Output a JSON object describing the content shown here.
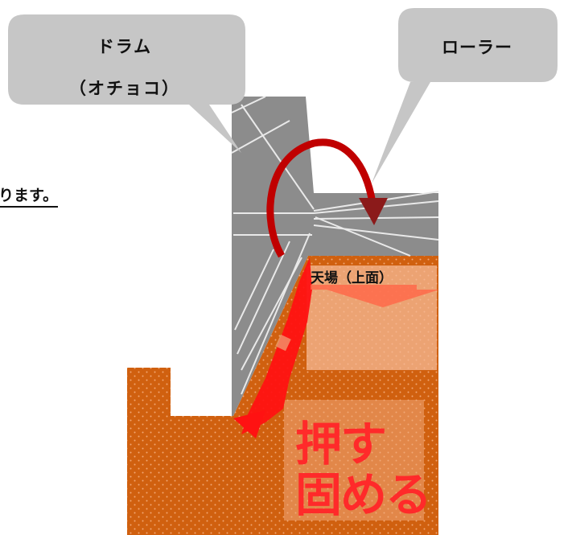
{
  "callouts": {
    "drum_line1": "ドラム",
    "drum_line2": "（オチョコ）",
    "roller": "ローラー"
  },
  "clipped_text": "ります。",
  "labels": {
    "top_surface": "天場（上面）",
    "press_line1": "押す",
    "press_line2": "固める"
  },
  "colors": {
    "callout_fill": "#c6c6c6",
    "drum_gray": "#8a8a8a",
    "soil": "#d0600f",
    "arrow_dark_red": "#c00000",
    "arrow_red": "#ff1010",
    "highlight": "#f5b995"
  }
}
